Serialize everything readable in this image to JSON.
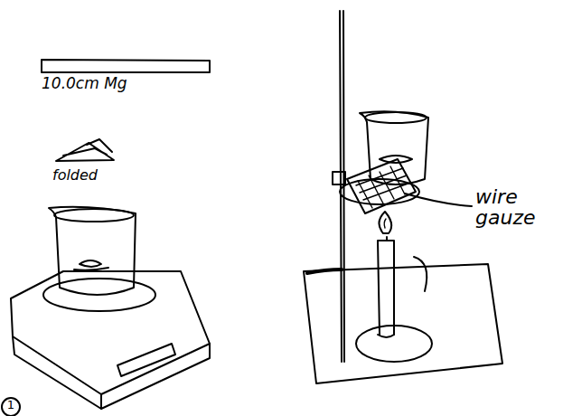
{
  "diagram": {
    "labels": [
      "10.0cm Mg",
      "folded",
      "wire gauze",
      "1"
    ]
  }
}
